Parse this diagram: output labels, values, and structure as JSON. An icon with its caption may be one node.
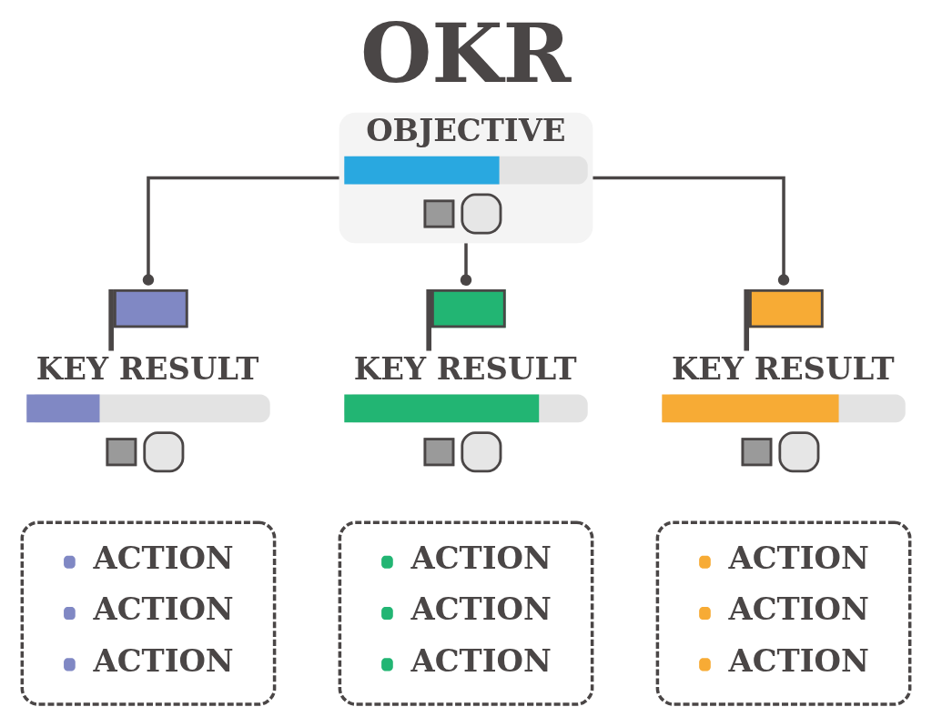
{
  "diagram": {
    "title": "OKR",
    "nodes": [
      {
        "text": [
          "OBJECTIVE"
        ]
      },
      {
        "text": [
          "KEY RESULT"
        ]
      },
      {
        "text": [
          "KEY RESULT"
        ]
      },
      {
        "text": [
          "KEY RESULT"
        ]
      },
      {
        "text": [
          "ACTION",
          "ACTION",
          "ACTION"
        ]
      },
      {
        "text": [
          "ACTION",
          "ACTION",
          "ACTION"
        ]
      },
      {
        "text": [
          "ACTION",
          "ACTION",
          "ACTION"
        ]
      }
    ],
    "edges": [
      {
        "from": 0,
        "to": 1,
        "arrow": "other"
      },
      {
        "from": 0,
        "to": 2,
        "arrow": "other"
      },
      {
        "from": 0,
        "to": 3,
        "arrow": "other"
      }
    ]
  }
}
